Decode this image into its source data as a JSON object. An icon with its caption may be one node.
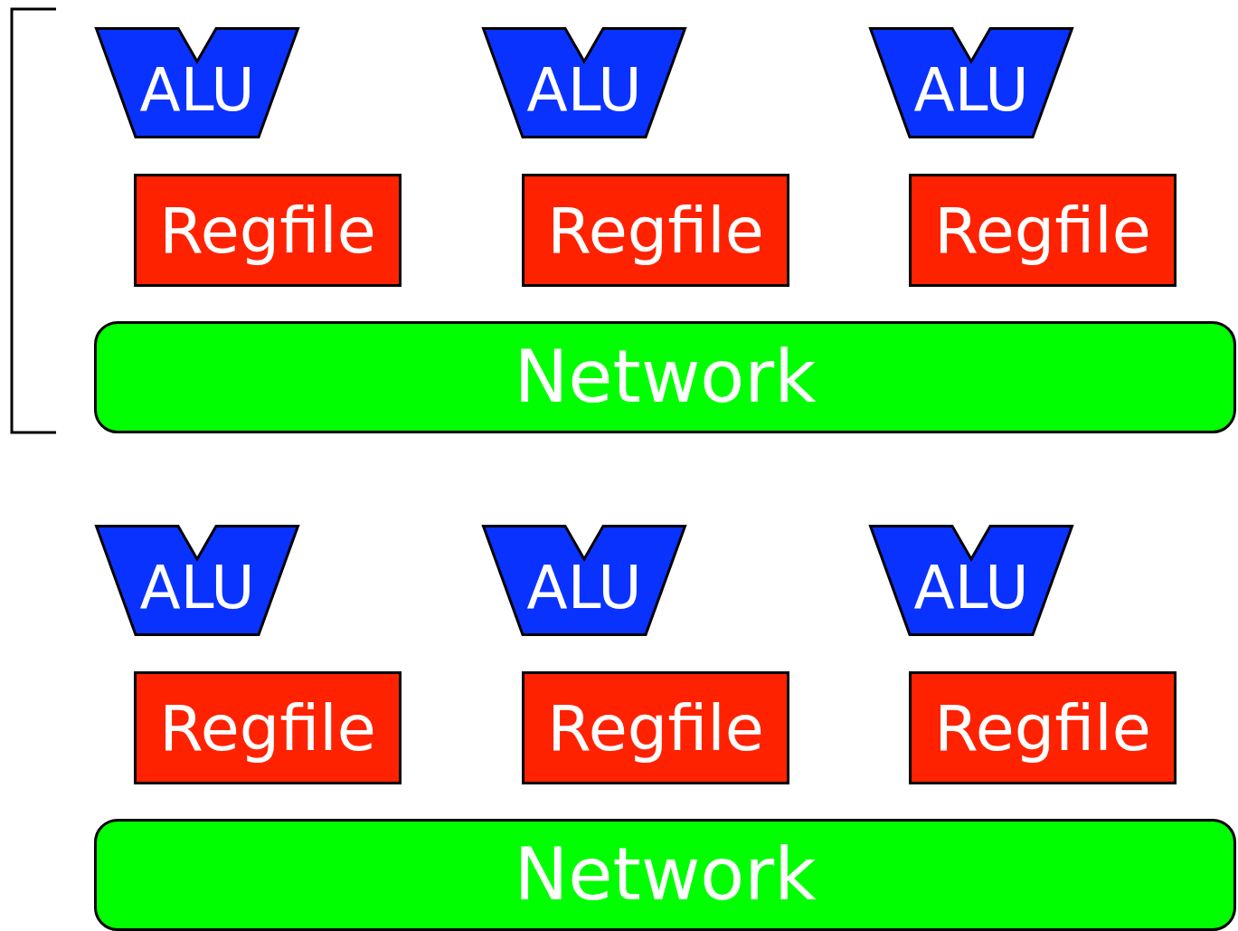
{
  "diagram": {
    "nodes": [
      {
        "text": [
          "ALU"
        ]
      },
      {
        "text": [
          "ALU"
        ]
      },
      {
        "text": [
          "ALU"
        ]
      },
      {
        "text": [
          "Regfile"
        ]
      },
      {
        "text": [
          "Regfile"
        ]
      },
      {
        "text": [
          "Regfile"
        ]
      },
      {
        "text": [
          "Network"
        ]
      },
      {
        "text": [
          "ALU"
        ]
      },
      {
        "text": [
          "ALU"
        ]
      },
      {
        "text": [
          "ALU"
        ]
      },
      {
        "text": [
          "Regfile"
        ]
      },
      {
        "text": [
          "Regfile"
        ]
      },
      {
        "text": [
          "Regfile"
        ]
      },
      {
        "text": [
          "Network"
        ]
      }
    ]
  }
}
